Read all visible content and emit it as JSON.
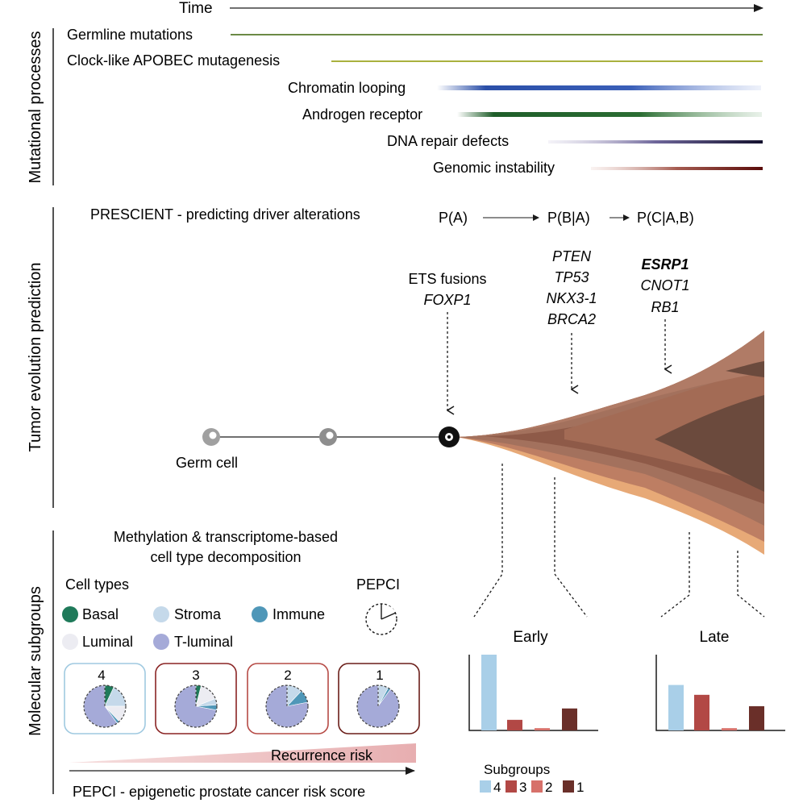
{
  "time_label": "Time",
  "mutational": {
    "section_label": "Mutational processes",
    "processes": [
      {
        "name": "Germline mutations",
        "color": "#6b8a45"
      },
      {
        "name": "Clock-like APOBEC mutagenesis",
        "color": "#a9b13e"
      },
      {
        "name": "Chromatin looping",
        "color": "#2b4fa8"
      },
      {
        "name": "Androgen receptor",
        "color": "#1f5e2a"
      },
      {
        "name": "DNA repair defects",
        "color": "#1c1a3a"
      },
      {
        "name": "Genomic instability",
        "color": "#6a1412"
      }
    ]
  },
  "evolution": {
    "section_label": "Tumor evolution prediction",
    "prescient_label": "PRESCIENT - predicting driver alterations",
    "prob_labels": [
      "P(A)",
      "P(B|A)",
      "P(C|A,B)"
    ],
    "stage1": {
      "title": "ETS fusions",
      "gene": "FOXP1"
    },
    "stage2_genes": [
      "PTEN",
      "TP53",
      "NKX3-1",
      "BRCA2"
    ],
    "stage3_genes": [
      "ESRP1",
      "CNOT1",
      "RB1"
    ],
    "germ_cell_label": "Germ cell"
  },
  "subgroups": {
    "section_label": "Molecular subgroups",
    "decomp_title_line1": "Methylation & transcriptome-based",
    "decomp_title_line2": "cell type decomposition",
    "cell_types_label": "Cell types",
    "cell_types": [
      {
        "name": "Basal",
        "color": "#1f7a5a"
      },
      {
        "name": "Stroma",
        "color": "#c5d9ea"
      },
      {
        "name": "Immune",
        "color": "#4f97b8"
      },
      {
        "name": "Luminal",
        "color": "#ececf2"
      },
      {
        "name": "T-luminal",
        "color": "#a5aad8"
      }
    ],
    "pepci_label": "PEPCI",
    "boxes": [
      {
        "number": "4",
        "border": "#9fc9e0",
        "slices": [
          [
            "Basal",
            0.07
          ],
          [
            "Stroma",
            0.18
          ],
          [
            "Luminal",
            0.13
          ],
          [
            "Immune",
            0.02
          ],
          [
            "T-luminal",
            0.6
          ]
        ]
      },
      {
        "number": "3",
        "border": "#8a2424",
        "slices": [
          [
            "Basal",
            0.04
          ],
          [
            "Luminal",
            0.15
          ],
          [
            "Stroma",
            0.05
          ],
          [
            "Immune",
            0.04
          ],
          [
            "T-luminal",
            0.72
          ]
        ]
      },
      {
        "number": "2",
        "border": "#b64a45",
        "slices": [
          [
            "Stroma",
            0.12
          ],
          [
            "Immune",
            0.1
          ],
          [
            "T-luminal",
            0.78
          ]
        ]
      },
      {
        "number": "1",
        "border": "#6a1d18",
        "slices": [
          [
            "Stroma",
            0.08
          ],
          [
            "Immune",
            0.02
          ],
          [
            "T-luminal",
            0.9
          ]
        ]
      }
    ],
    "recurrence_label": "Recurrence risk",
    "pepci_footer": "PEPCI - epigenetic prostate cancer risk score"
  },
  "chart_data": [
    {
      "type": "bar",
      "title": "Early",
      "categories": [
        "4",
        "3",
        "2",
        "1"
      ],
      "values": [
        1.0,
        0.14,
        0.03,
        0.29
      ],
      "colors": [
        "#a9cfe8",
        "#b24845",
        "#d7716a",
        "#6a2f29"
      ]
    },
    {
      "type": "bar",
      "title": "Late",
      "categories": [
        "4",
        "3",
        "2",
        "1"
      ],
      "values": [
        0.6,
        0.47,
        0.03,
        0.32
      ],
      "colors": [
        "#a9cfe8",
        "#b24845",
        "#d7716a",
        "#6a2f29"
      ]
    }
  ],
  "legend": {
    "title": "Subgroups",
    "items": [
      {
        "label": "4",
        "color": "#a9cfe8"
      },
      {
        "label": "3",
        "color": "#b24845"
      },
      {
        "label": "2",
        "color": "#d7716a"
      },
      {
        "label": "1",
        "color": "#6a2f29"
      }
    ]
  }
}
